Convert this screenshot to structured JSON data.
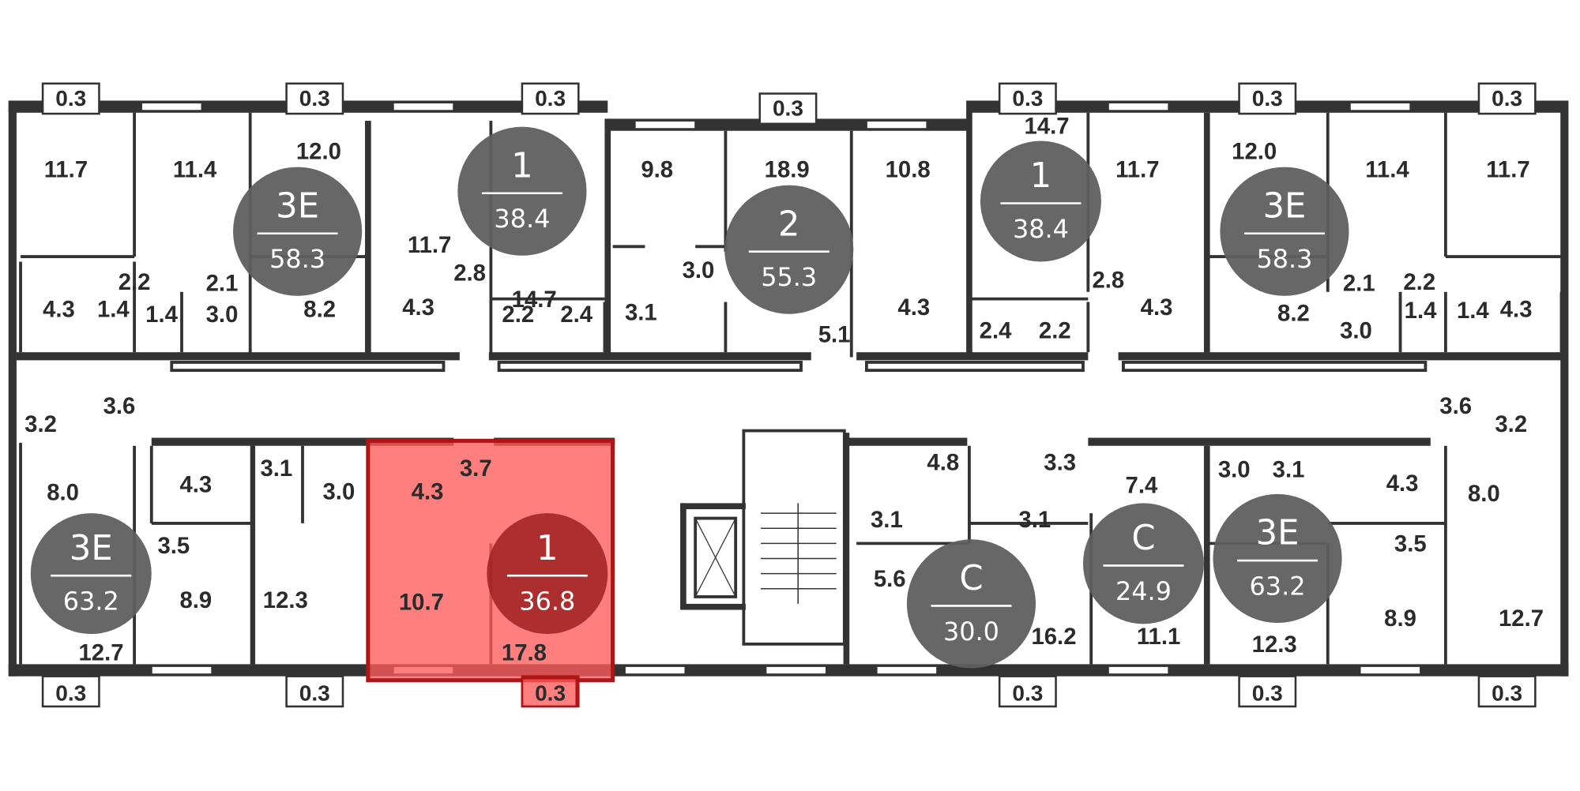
{
  "colors": {
    "wall": "#333333",
    "badge": "#5f5f5f",
    "highlight": "#ff5a5a",
    "highlight_badge": "#9e2020"
  },
  "apartments": [
    {
      "type": "3E",
      "area": "58.3",
      "selected": false
    },
    {
      "type": "1",
      "area": "38.4",
      "selected": false
    },
    {
      "type": "2",
      "area": "55.3",
      "selected": false
    },
    {
      "type": "1",
      "area": "38.4",
      "selected": false
    },
    {
      "type": "3E",
      "area": "58.3",
      "selected": false
    },
    {
      "type": "3E",
      "area": "63.2",
      "selected": false
    },
    {
      "type": "1",
      "area": "36.8",
      "selected": true
    },
    {
      "type": "C",
      "area": "30.0",
      "selected": false
    },
    {
      "type": "C",
      "area": "24.9",
      "selected": false
    },
    {
      "type": "3E",
      "area": "63.2",
      "selected": false
    }
  ],
  "balconies": [
    "0.3",
    "0.3",
    "0.3",
    "0.3",
    "0.3",
    "0.3",
    "0.3",
    "0.3",
    "0.3",
    "0.3",
    "0.3",
    "0.3",
    "0.3"
  ],
  "rooms": [
    "11.7",
    "11.4",
    "12.0",
    "11.7",
    "14.7",
    "2.2",
    "2.1",
    "4.3",
    "1.4",
    "1.4",
    "3.0",
    "8.2",
    "2.8",
    "4.3",
    "2.2",
    "2.4",
    "9.8",
    "18.9",
    "10.8",
    "3.0",
    "3.1",
    "5.1",
    "4.3",
    "14.7",
    "11.7",
    "2.8",
    "2.4",
    "2.2",
    "4.3",
    "12.0",
    "11.4",
    "11.7",
    "2.1",
    "2.2",
    "8.2",
    "3.0",
    "1.4",
    "1.4",
    "4.3",
    "3.6",
    "3.2",
    "3.6",
    "3.2",
    "8.0",
    "4.3",
    "3.1",
    "3.0",
    "3.5",
    "8.9",
    "12.3",
    "12.7",
    "4.3",
    "3.7",
    "10.7",
    "17.8",
    "4.8",
    "3.1",
    "3.3",
    "3.1",
    "7.4",
    "3.0",
    "3.1",
    "4.3",
    "8.0",
    "5.6",
    "3.5",
    "8.9",
    "12.7",
    "16.2",
    "11.1",
    "12.3"
  ]
}
